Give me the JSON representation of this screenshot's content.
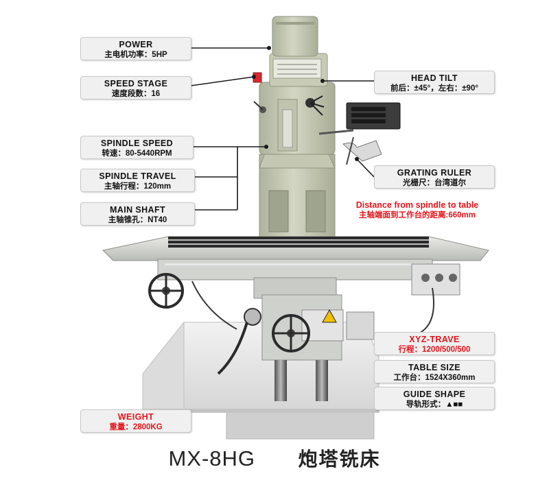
{
  "product": {
    "model": "MX-8HG",
    "name_cn": "炮塔铣床"
  },
  "colors": {
    "label_bg": "#f0f0f0",
    "label_text": "#111111",
    "highlight_red": "#e4141b",
    "machine_body": "#c9cdb9",
    "machine_table": "#d8dad6",
    "base_plate": "#e6e6e6"
  },
  "labels": {
    "power": {
      "title": "POWER",
      "value": "主电机功率：5HP"
    },
    "speed_stage": {
      "title": "SPEED STAGE",
      "value": "速度段数：16"
    },
    "spindle_speed": {
      "title": "SPINDLE SPEED",
      "value": "转速：80-5440RPM"
    },
    "spindle_travel": {
      "title": "SPINDLE TRAVEL",
      "value": "主轴行程：120mm"
    },
    "main_shaft": {
      "title": "MAIN SHAFT",
      "value": "主轴锥孔：NT40"
    },
    "head_tilt": {
      "title": "HEAD TILT",
      "value": "前后：±45°，左右：±90°"
    },
    "grating_ruler": {
      "title": "GRATING RULER",
      "value": "光栅尺：台湾道尔"
    },
    "spindle_to_table": {
      "title": "Distance from spindle to table",
      "value": "主轴端面到工作台的距离:660mm"
    },
    "xyz_travel": {
      "title": "XYZ-TRAVE",
      "value": "行程：1200/500/500"
    },
    "table_size": {
      "title": "TABLE SIZE",
      "value": "工作台：1524X360mm"
    },
    "guide_shape": {
      "title": "GUIDE SHAPE",
      "value": "导轨形式：▲■■"
    },
    "weight": {
      "title": "WEIGHT",
      "value": "重量：2800KG"
    }
  }
}
